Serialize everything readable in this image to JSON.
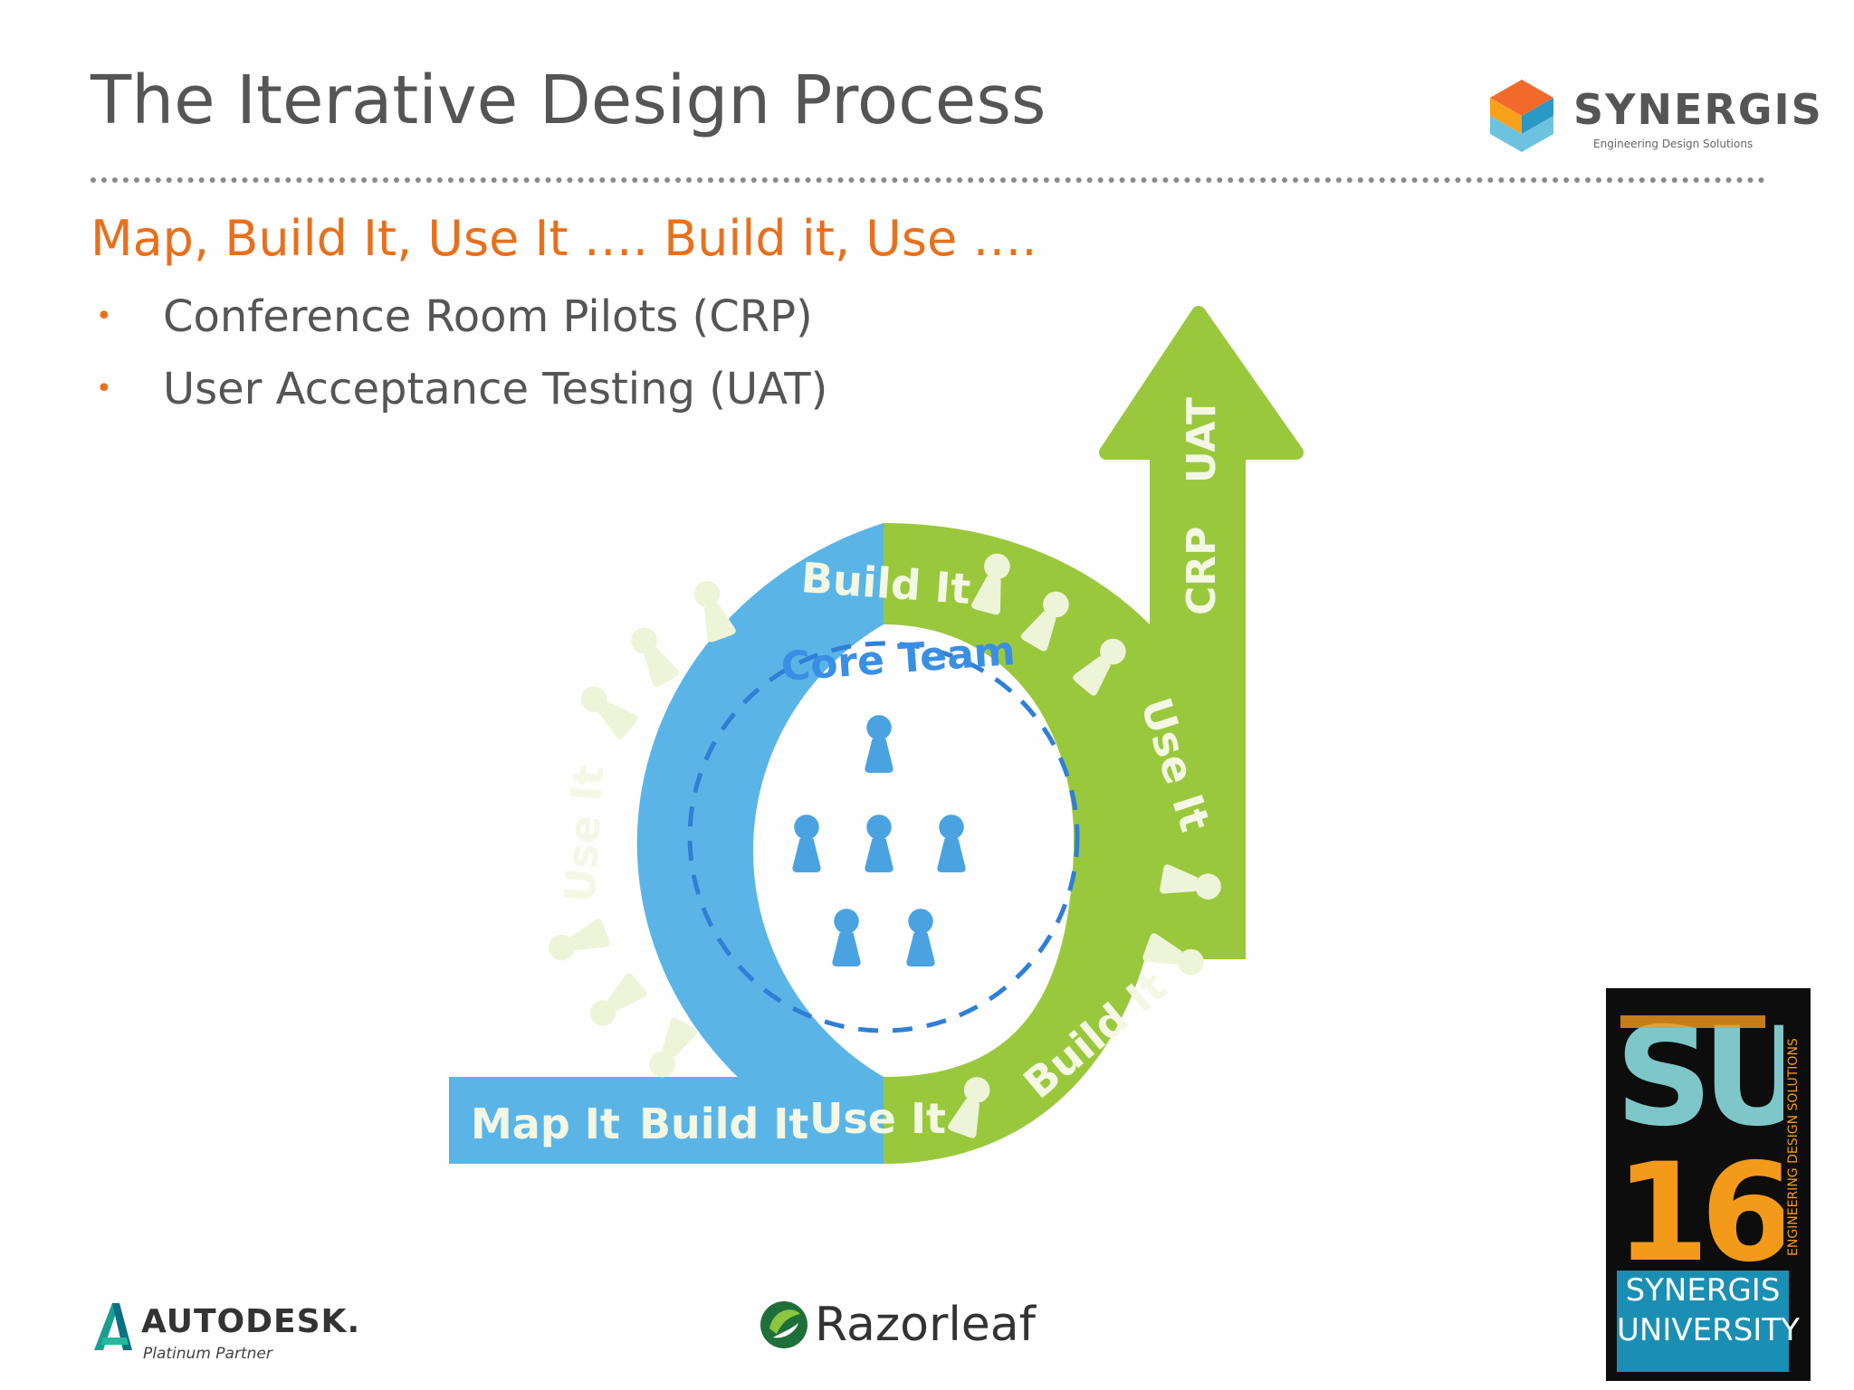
{
  "slide": {
    "title": "The Iterative Design Process",
    "subtitle": "Map, Build It, Use It ….  Build it, Use ….",
    "bullets": [
      "Conference Room Pilots (CRP)",
      "User Acceptance Testing (UAT)"
    ]
  },
  "diagram": {
    "center_label": "Core Team",
    "entry_labels": [
      "Map It",
      "Build It",
      "Use It"
    ],
    "left_arc_labels": [
      "Use It",
      "Build It"
    ],
    "right_arc_labels": [
      "Use It",
      "Build It"
    ],
    "arrow_labels": [
      "CRP",
      "UAT"
    ],
    "core_team_members": 6,
    "colors": {
      "blue": "#5ab5e6",
      "green": "#9ac83d",
      "figure_blue": "#4aa3e0",
      "figure_cream": "#eef4d8",
      "dash": "#2f7fd6",
      "accent_orange": "#e8701c"
    }
  },
  "logos": {
    "synergis": {
      "name": "SYNERGIS",
      "tagline": "Engineering Design Solutions"
    },
    "autodesk": {
      "name": "AUTODESK.",
      "tagline": "Platinum Partner"
    },
    "razorleaf": {
      "name": "Razorleaf"
    },
    "synergis_university": {
      "big_top": "SU",
      "big_bottom": "16",
      "line1": "SYNERGIS",
      "line2": "UNIVERSITY",
      "vertical": "ENGINEERING DESIGN SOLUTIONS"
    }
  }
}
